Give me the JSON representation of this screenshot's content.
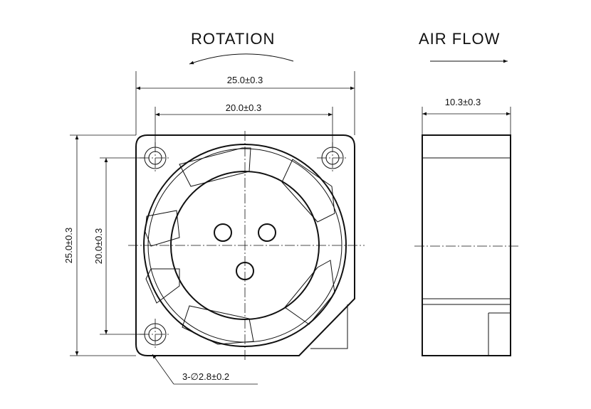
{
  "labels": {
    "rotation": "ROTATION",
    "air_flow": "AIR FLOW"
  },
  "dimensions": {
    "overall_width": "25.0±0.3",
    "hole_pitch_width": "20.0±0.3",
    "depth": "10.3±0.3",
    "overall_height": "25.0±0.3",
    "hole_pitch_height": "20.0±0.3",
    "mounting_holes": "3-∅2.8±0.2"
  }
}
